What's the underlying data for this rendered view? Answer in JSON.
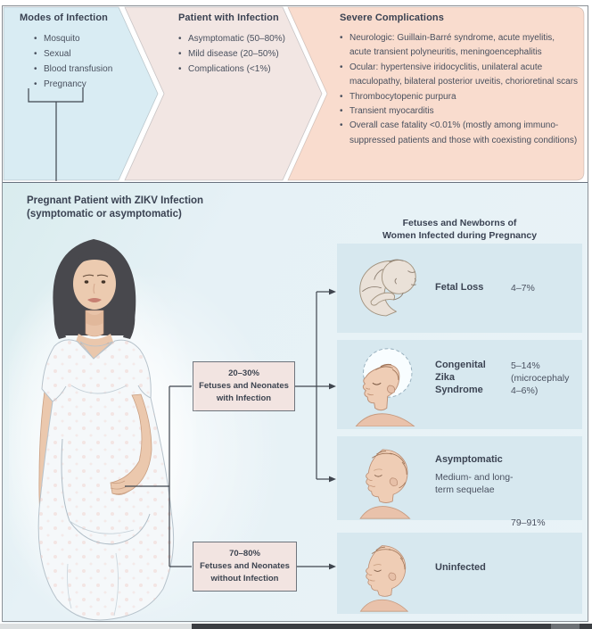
{
  "top": {
    "modes": {
      "title": "Modes of Infection",
      "items": [
        "Mosquito",
        "Sexual",
        "Blood transfusion",
        "Pregnancy"
      ]
    },
    "patient": {
      "title": "Patient with Infection",
      "items": [
        "Asymptomatic (50–80%)",
        "Mild disease (20–50%)",
        "Complications (<1%)"
      ]
    },
    "severe": {
      "title": "Severe Complications",
      "items": [
        "Neurologic: Guillain-Barré syndrome, acute myelitis, acute transient polyneuritis, meningoencephalitis",
        "Ocular: hypertensive iridocyclitis, unilateral acute maculopathy, bilateral posterior uveitis, chorioretinal scars",
        "Thrombocytopenic purpura",
        "Transient myocarditis",
        "Overall case fatality <0.01% (mostly among immuno-suppressed patients and those with coexisting conditions)"
      ]
    }
  },
  "bottom": {
    "title1": "Pregnant Patient with ZIKV Infection",
    "title2": "(symptomatic or asymptomatic)",
    "header1": "Fetuses and Newborns of",
    "header2": "Women Infected during Pregnancy",
    "boxes": [
      {
        "pct": "20–30%",
        "line1": "Fetuses and Neonates",
        "line2": "with Infection"
      },
      {
        "pct": "70–80%",
        "line1": "Fetuses and Neonates",
        "line2": "without Infection"
      }
    ],
    "rows": [
      {
        "label": "Fetal Loss",
        "value": "4–7%"
      },
      {
        "label": "Congenital Zika Syndrome",
        "value": "5–14% (microcephaly 4–6%)"
      },
      {
        "label": "Asymptomatic",
        "note": "Medium- and long-term sequelae"
      },
      {
        "label": "Uninfected"
      }
    ],
    "gap_value": "79–91%"
  },
  "colors": {
    "panel_blue": "#d9ecf3",
    "panel_pink": "#f2e6e3",
    "panel_salmon": "#f9dcce",
    "section_blue": "#e9f3f7",
    "row_blue": "#d7e8ef",
    "box_pink": "#f2e4e1",
    "connector": "#3f454e",
    "text": "#49505e",
    "heading": "#3a4252"
  }
}
